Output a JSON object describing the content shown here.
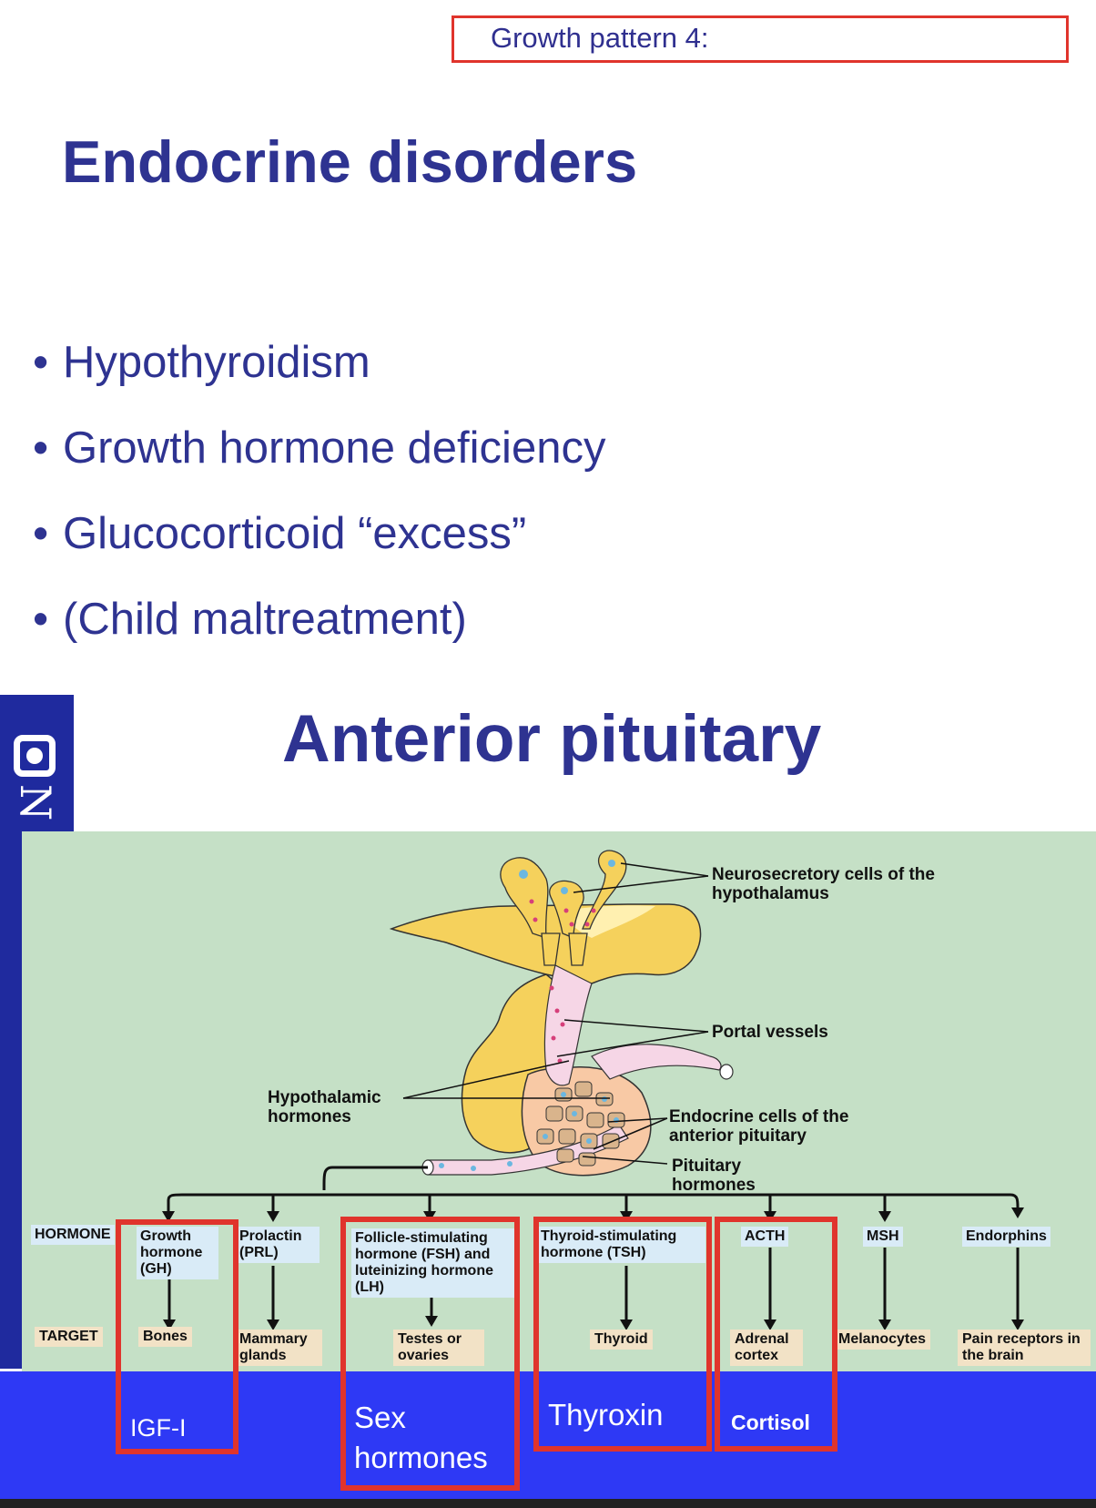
{
  "header": {
    "pattern_label": "Growth pattern 4:"
  },
  "section1": {
    "title": "Endocrine disorders",
    "bullets": [
      {
        "dot": "•",
        "text": "Hypothyroidism"
      },
      {
        "dot": "•",
        "text": "Growth hormone deficiency"
      },
      {
        "dot": "•",
        "text": "Glucocorticoid “excess”"
      },
      {
        "dot": "•",
        "text": "(Child maltreatment)"
      }
    ]
  },
  "section2": {
    "title": "Anterior pituitary"
  },
  "diagram": {
    "annotations": {
      "neurosecretory": "Neurosecretory cells of the hypothalamus",
      "portal": "Portal vessels",
      "hypothalamic": "Hypothalamic hormones",
      "endocrine": "Endocrine cells of the anterior pituitary",
      "pituitary": "Pituitary hormones"
    },
    "row_labels": {
      "hormone": "HORMONE",
      "target": "TARGET"
    },
    "hormones": [
      {
        "label": "Growth hormone (GH)",
        "target": "Bones"
      },
      {
        "label": "Prolactin (PRL)",
        "target": "Mammary glands"
      },
      {
        "label": "Follicle-stimulating hormone (FSH) and luteinizing hormone (LH)",
        "target": "Testes or ovaries"
      },
      {
        "label": "Thyroid-stimulating hormone (TSH)",
        "target": "Thyroid"
      },
      {
        "label": "ACTH",
        "target": "Adrenal cortex"
      },
      {
        "label": "MSH",
        "target": "Melanocytes"
      },
      {
        "label": "Endorphins",
        "target": "Pain receptors in the brain"
      }
    ]
  },
  "outputs": {
    "igf": "IGF-I",
    "sex": "Sex hormones",
    "thyroxin": "Thyroxin",
    "cortisol": "Cortisol"
  },
  "colors": {
    "title": "#2e3391",
    "highlight_red": "#e0342c",
    "bottom_band": "#2e39f5",
    "side_bar": "#1f2a9e",
    "diagram_bg": "#c5e0c6"
  }
}
